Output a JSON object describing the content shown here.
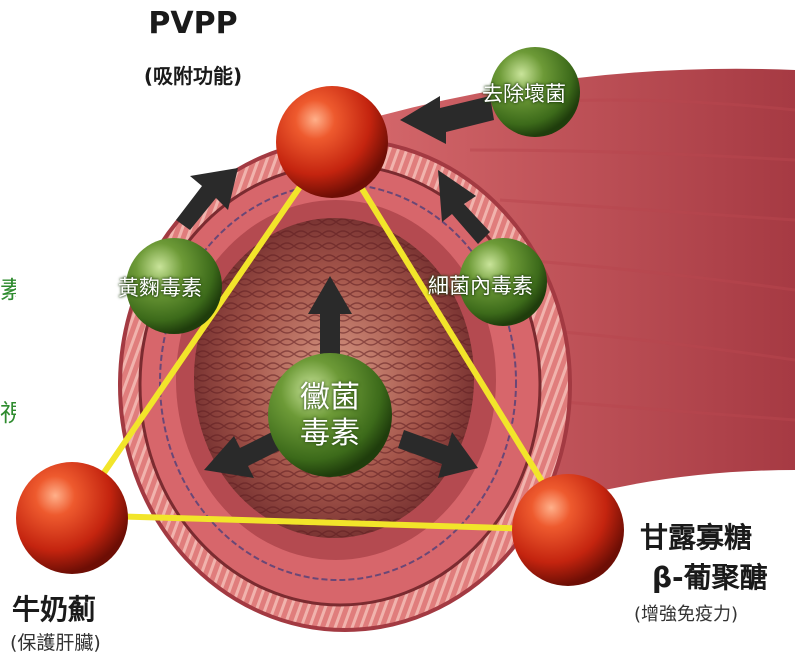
{
  "colors": {
    "tissue_outer": "#c8545a",
    "tissue_inner": "#8a2f35",
    "triangle_line": "#f2e52a",
    "red_ball": "#d8371c",
    "green_ball": "#4f7f25",
    "arrow": "#2a2a2a",
    "edge_text": "#2e8b2e"
  },
  "nodes": {
    "pvpp": {
      "title": "PVPP",
      "subtitle": "(吸附功能)"
    },
    "milk_thistle": {
      "title": "牛奶薊",
      "subtitle": "(保護肝臟)"
    },
    "mannan": {
      "line1": "甘露寡糖",
      "line2": "β-葡聚醣",
      "subtitle": "(增強免疫力)"
    }
  },
  "green_balls": {
    "top": "去除壞菌",
    "left": "黃麴毒素",
    "right": "細菌內毒素",
    "center_line1": "黴菌",
    "center_line2": "毒素"
  },
  "edge_text": {
    "a": "素",
    "b": "視"
  }
}
